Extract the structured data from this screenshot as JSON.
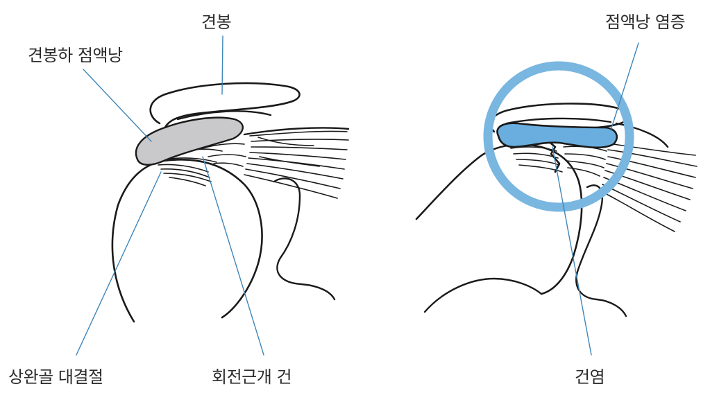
{
  "labels": {
    "acromion": "견봉",
    "subacromial_bursa": "견봉하 점액낭",
    "greater_tuberosity": "상완골 대결절",
    "rotator_cuff_tendon": "회전근개 건",
    "bursitis": "점액낭 염증",
    "tendinitis": "건염"
  },
  "colors": {
    "line": "#1a1a1a",
    "leader": "#3f86b8",
    "bursa_normal": "#c9c9cb",
    "bursa_inflamed": "#6aaee0",
    "highlight_ring": "#79b6e0"
  }
}
